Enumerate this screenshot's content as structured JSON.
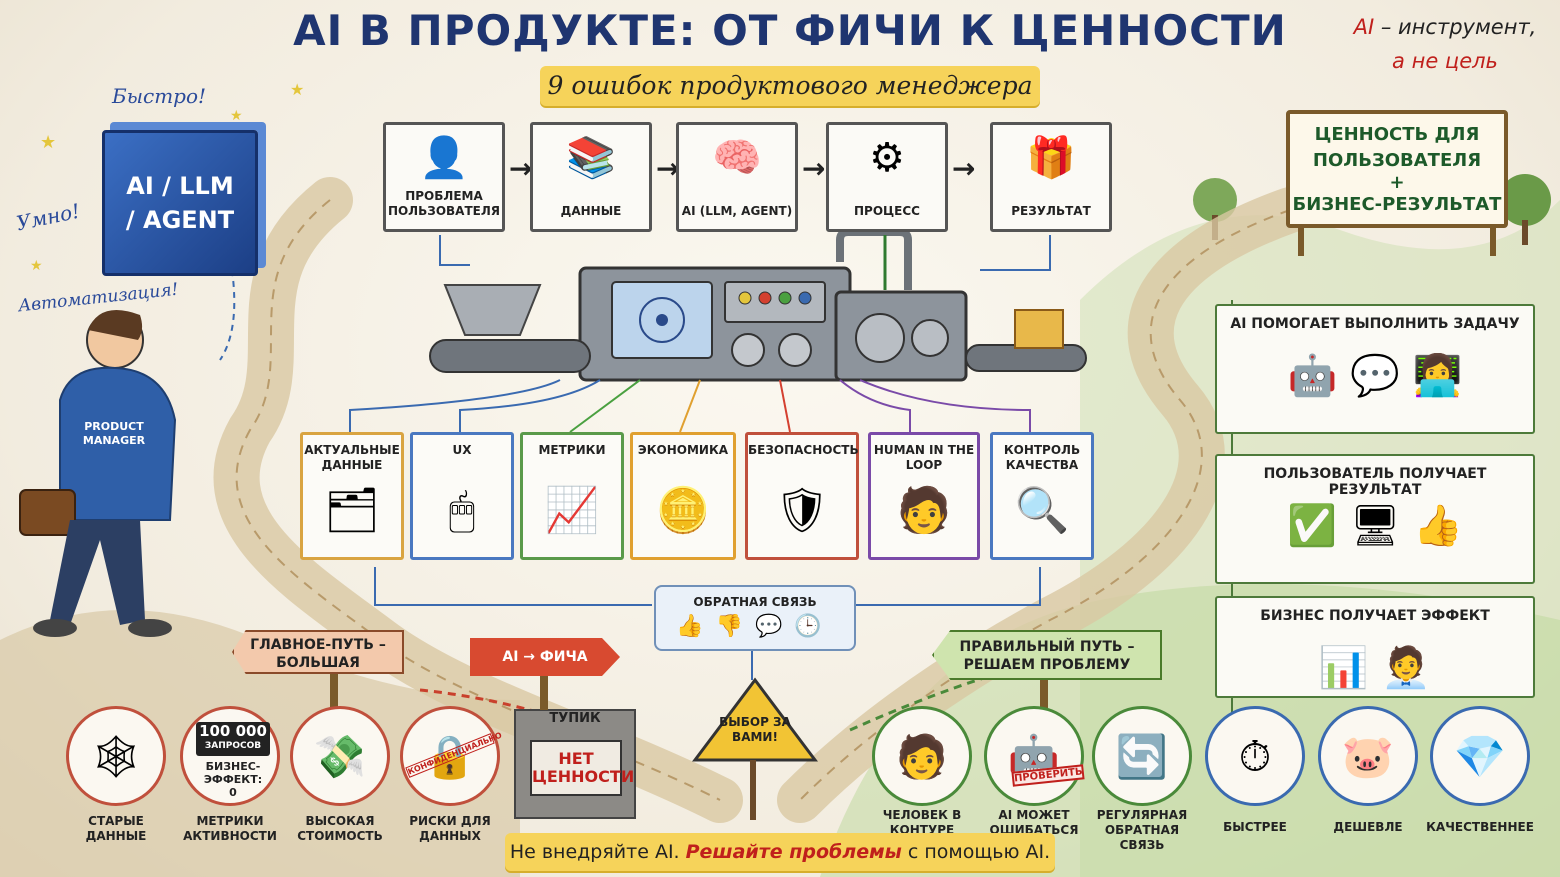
{
  "header": {
    "title": "AI В ПРОДУКТЕ: ОТ ФИЧИ К ЦЕННОСТИ",
    "subtitle": "9 ошибок продуктового менеджера",
    "tagline_ai": "AI",
    "tagline_rest": " – инструмент,",
    "tagline_line2": "а не цель"
  },
  "hype": {
    "cube_label": "AI / LLM / AGENT",
    "fast": "Быстро!",
    "smart": "Умно!",
    "automation": "Автоматизация!",
    "pm_label": "PRODUCT MANAGER"
  },
  "flow": [
    {
      "label": "ПРОБЛЕМА ПОЛЬЗОВАТЕЛЯ",
      "icon": "user-question-icon",
      "glyph": "👤"
    },
    {
      "label": "ДАННЫЕ",
      "icon": "document-stack-icon",
      "glyph": "📚"
    },
    {
      "label": "AI (LLM, AGENT)",
      "icon": "brain-icon",
      "glyph": "🧠"
    },
    {
      "label": "ПРОЦЕСС",
      "icon": "gears-icon",
      "glyph": "⚙"
    },
    {
      "label": "РЕЗУЛЬТАТ",
      "icon": "gift-icon",
      "glyph": "🎁"
    }
  ],
  "components": [
    {
      "label": "АКТУАЛЬНЫЕ ДАННЫЕ",
      "icon": "papers-check-icon",
      "glyph": "🗂",
      "color": "#d9a441"
    },
    {
      "label": "UX",
      "icon": "ui-cursor-icon",
      "glyph": "🖱",
      "color": "#4a78c0"
    },
    {
      "label": "МЕТРИКИ",
      "icon": "growth-chart-icon",
      "glyph": "📈",
      "color": "#5a9a4a"
    },
    {
      "label": "ЭКОНОМИКА",
      "icon": "coins-calculator-icon",
      "glyph": "🪙",
      "color": "#e0a030"
    },
    {
      "label": "БЕЗОПАСНОСТЬ",
      "icon": "shield-lock-icon",
      "glyph": "🛡",
      "color": "#c0503c"
    },
    {
      "label": "HUMAN IN THE LOOP",
      "icon": "person-icon",
      "glyph": "🧑",
      "color": "#7a4aa8"
    },
    {
      "label": "КОНТРОЛЬ КАЧЕСТВА",
      "icon": "clipboard-magnifier-icon",
      "glyph": "🔍",
      "color": "#4a78c0"
    }
  ],
  "feedback": {
    "label": "ОБРАТНАЯ СВЯЗЬ",
    "icons": [
      "thumbs-up-icon",
      "thumbs-down-icon",
      "chat-icon",
      "clock-icon"
    ],
    "glyphs": "👍👎💬🕒"
  },
  "wrong_path": {
    "sign_main": "ГЛАВНОЕ-ПУТЬ – БОЛЬШАЯ ПРОБЛЕМА",
    "sign_feature": "AI → ФИЧА",
    "deadend": "ТУПИК",
    "no_value": "НЕТ ЦЕННОСТИ",
    "counter": "100 000",
    "counter_sub": "ЗАПРОСОВ",
    "business_effect": "БИЗНЕС-ЭФФЕКТ: 0",
    "stamp": "КОНФИДЕНЦИАЛЬНО",
    "mistakes": [
      {
        "label": "СТАРЫЕ ДАННЫЕ",
        "icon": "cobweb-papers-icon",
        "glyph": "🕸"
      },
      {
        "label": "МЕТРИКИ АКТИВНОСТИ",
        "icon": "counter-icon",
        "glyph": "🔢"
      },
      {
        "label": "ВЫСОКАЯ СТОИМОСТЬ",
        "icon": "flying-money-icon",
        "glyph": "💸"
      },
      {
        "label": "РИСКИ ДЛЯ ДАННЫХ",
        "icon": "lock-document-icon",
        "glyph": "🔒"
      }
    ]
  },
  "choice": {
    "warning": "ВЫБОР ЗА ВАМИ!"
  },
  "right_path": {
    "sign": "ПРАВИЛЬНЫЙ ПУТЬ – РЕШАЕМ ПРОБЛЕМУ",
    "check_stamp": "ПРОВЕРИТЬ",
    "practices": [
      {
        "label": "ЧЕЛОВЕК В КОНТУРЕ",
        "icon": "person-icon",
        "glyph": "🧑"
      },
      {
        "label": "AI МОЖЕТ ОШИБАТЬСЯ",
        "icon": "robot-icon",
        "glyph": "🤖"
      },
      {
        "label": "РЕГУЛЯРНАЯ ОБРАТНАЯ СВЯЗЬ",
        "icon": "cycle-icon",
        "glyph": "🔄"
      }
    ],
    "benefits": [
      {
        "label": "БЫСТРЕЕ",
        "icon": "stopwatch-icon",
        "glyph": "⏱"
      },
      {
        "label": "ДЕШЕВЛЕ",
        "icon": "piggy-bank-icon",
        "glyph": "🐷"
      },
      {
        "label": "КАЧЕСТВЕННЕЕ",
        "icon": "diamond-icon",
        "glyph": "💎"
      }
    ]
  },
  "value": {
    "board_line1": "ЦЕННОСТЬ ДЛЯ",
    "board_line2": "ПОЛЬЗОВАТЕЛЯ",
    "board_plus": "+",
    "board_line3": "БИЗНЕС-РЕЗУЛЬТАТ",
    "panels": [
      {
        "label": "AI ПОМОГАЕТ ВЫПОЛНИТЬ ЗАДАЧУ",
        "glyph": "🤖  💬  👩‍💻"
      },
      {
        "label": "ПОЛЬЗОВАТЕЛЬ ПОЛУЧАЕТ РЕЗУЛЬТАТ",
        "glyph": "✅  🖥  👍"
      },
      {
        "label": "БИЗНЕС ПОЛУЧАЕТ ЭФФЕКТ",
        "glyph": "📊  🧑‍💼"
      }
    ]
  },
  "footer": {
    "part1": "Не внедряйте AI. ",
    "part2": "Решайте проблемы",
    "part3": " с помощью AI."
  }
}
